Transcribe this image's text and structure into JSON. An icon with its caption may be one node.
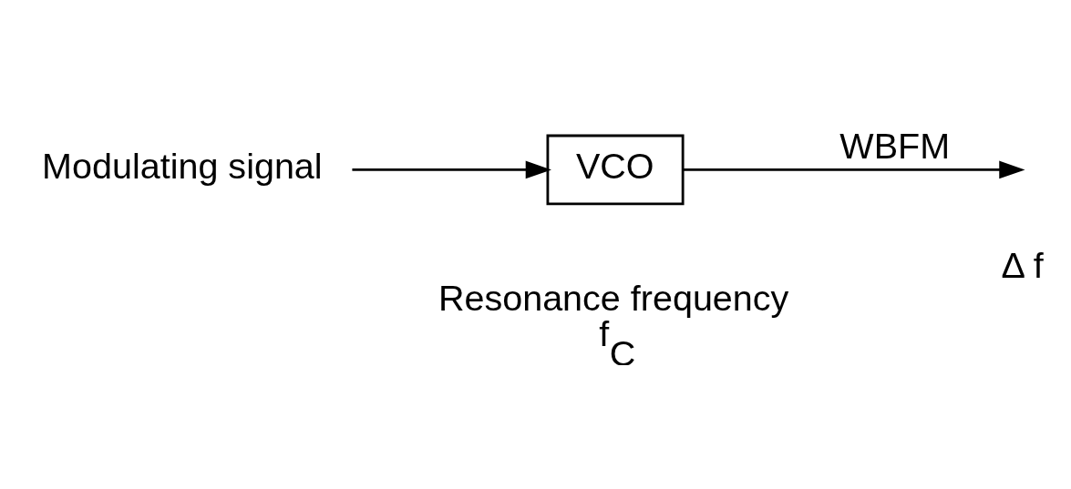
{
  "diagram": {
    "nodes": [
      {
        "text": [
          "Modulating signal"
        ]
      },
      {
        "text": [
          "VCO"
        ],
        "beside": [
          "Resonance frequency",
          "f$_{C}$"
        ]
      }
    ],
    "edges": [
      {
        "from": 0,
        "to": 1,
        "arrow": "to"
      },
      {
        "from": 1,
        "to": null,
        "arrow": "to",
        "label": "WBFM"
      }
    ],
    "labels": [
      "Δ f"
    ]
  }
}
